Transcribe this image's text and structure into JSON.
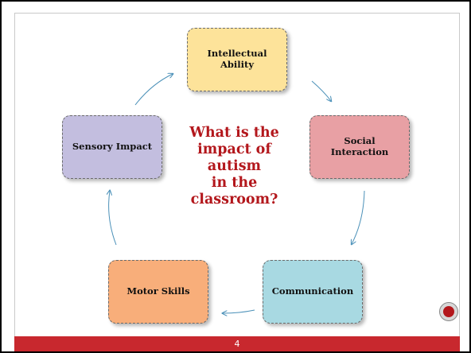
{
  "diagram": {
    "center_question": [
      "What is the",
      "impact of",
      "autism",
      "in the",
      "classroom?"
    ],
    "nodes": [
      {
        "id": "intellectual",
        "lines": [
          "Intellectual",
          "Ability"
        ],
        "color": "#fde39a"
      },
      {
        "id": "social",
        "lines": [
          "Social",
          "Interaction"
        ],
        "color": "#e8a0a4"
      },
      {
        "id": "communication",
        "lines": [
          "Communication"
        ],
        "color": "#a8d9e2"
      },
      {
        "id": "motor",
        "lines": [
          "Motor Skills"
        ],
        "color": "#f8ae7a"
      },
      {
        "id": "sensory",
        "lines": [
          "Sensory Impact"
        ],
        "color": "#c3bedf"
      }
    ],
    "arrow_color": "#4a90b8"
  },
  "footer": {
    "page_number": "4",
    "bar_color": "#c8282e"
  }
}
